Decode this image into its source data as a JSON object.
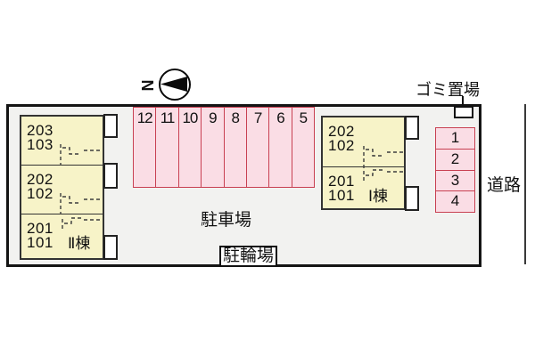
{
  "compass": {
    "label": "N"
  },
  "site": {
    "garbage_label": "ゴミ置場",
    "road_label": "道路",
    "parking_lot_label": "駐車場",
    "bicycle_parking_label": "駐輪場"
  },
  "building_2": {
    "name_label": "Ⅱ棟",
    "units": [
      {
        "upper": "203",
        "lower": "103"
      },
      {
        "upper": "202",
        "lower": "102"
      },
      {
        "upper": "201",
        "lower": "101"
      }
    ]
  },
  "building_1": {
    "name_label": "Ⅰ棟",
    "units": [
      {
        "upper": "202",
        "lower": "102"
      },
      {
        "upper": "201",
        "lower": "101"
      }
    ]
  },
  "parking": {
    "row_stalls": [
      "12",
      "11",
      "10",
      "9",
      "8",
      "7",
      "6",
      "5"
    ],
    "side_stalls": [
      "1",
      "2",
      "3",
      "4"
    ]
  },
  "colors": {
    "site_fill": "#f2f2f0",
    "stall_fill": "#fadde5",
    "stall_border": "#c84052",
    "bldg_fill": "#f7f3c8",
    "ink": "#141414"
  }
}
